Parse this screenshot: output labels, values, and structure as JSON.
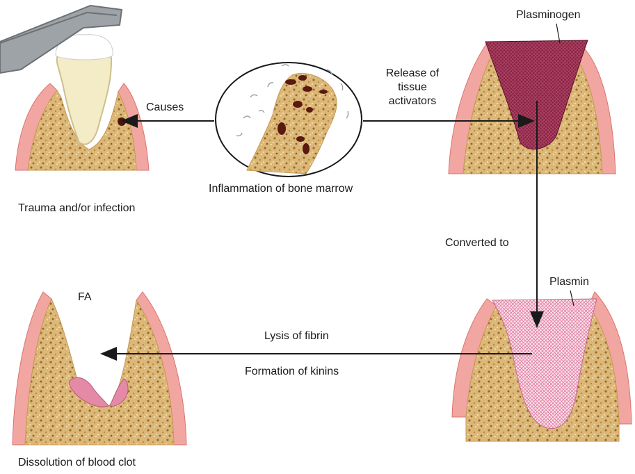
{
  "labels": {
    "causes": "Causes",
    "trauma": "Trauma and/or infection",
    "inflammation": "Inflammation of bone marrow",
    "release_line1": "Release of",
    "release_line2": "tissue",
    "release_line3": "activators",
    "plasminogen": "Plasminogen",
    "converted": "Converted to",
    "plasmin": "Plasmin",
    "fa": "FA",
    "lysis": "Lysis of fibrin",
    "kinins": "Formation of kinins",
    "dissolution": "Dissolution of blood clot"
  },
  "colors": {
    "gum": "#f2a6a2",
    "gum_edge": "#d9736f",
    "bone": "#d9b574",
    "bone_dots": "#9a6b2c",
    "cortex": "#f3e6bf",
    "plasminogen_fill": "#8a2244",
    "plasmin_fill": "#f3b7cf",
    "clot": "#e58aa6",
    "tooth": "#f4ecc7",
    "forceps": "#9ea3a8"
  }
}
